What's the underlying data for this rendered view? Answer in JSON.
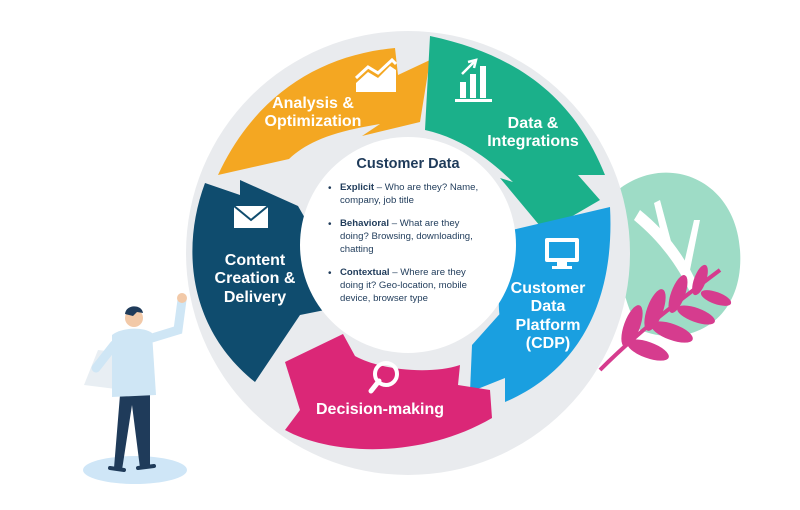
{
  "center": {
    "title": "Customer Data",
    "items": [
      {
        "term": "Explicit",
        "text": " – Who are they? Name, company, job title"
      },
      {
        "term": "Behavioral",
        "text": " – What are they doing? Browsing, downloading, chatting"
      },
      {
        "term": "Contextual",
        "text": " – Where are they doing it? Geo-location, mobile device, browser type"
      }
    ]
  },
  "segments": [
    {
      "id": "analysis",
      "lines": [
        "Analysis &",
        "Optimization"
      ],
      "color": "#f4a722",
      "icon": "trend-chart-icon"
    },
    {
      "id": "data",
      "lines": [
        "Data &",
        "Integrations"
      ],
      "color": "#1bb08a",
      "icon": "bar-chart-icon"
    },
    {
      "id": "cdp",
      "lines": [
        "Customer",
        "Data",
        "Platform",
        "(CDP)"
      ],
      "color": "#1a9fe0",
      "icon": "monitor-icon"
    },
    {
      "id": "decision",
      "lines": [
        "Decision-making"
      ],
      "color": "#db2777",
      "icon": "magnifier-icon"
    },
    {
      "id": "content",
      "lines": [
        "Content",
        "Creation &",
        "Delivery"
      ],
      "color": "#0f4c6e",
      "icon": "envelope-icon"
    }
  ],
  "colors": {
    "ring": "#e9ebee",
    "center_fill": "#ffffff",
    "text_dark": "#1f3b5a",
    "leaf_green": "#9edcc6",
    "leaf_pink": "#d63c8e",
    "person_shirt": "#cfe6f5",
    "person_pants": "#1f3b5a",
    "shadow": "#cfe6f7"
  }
}
